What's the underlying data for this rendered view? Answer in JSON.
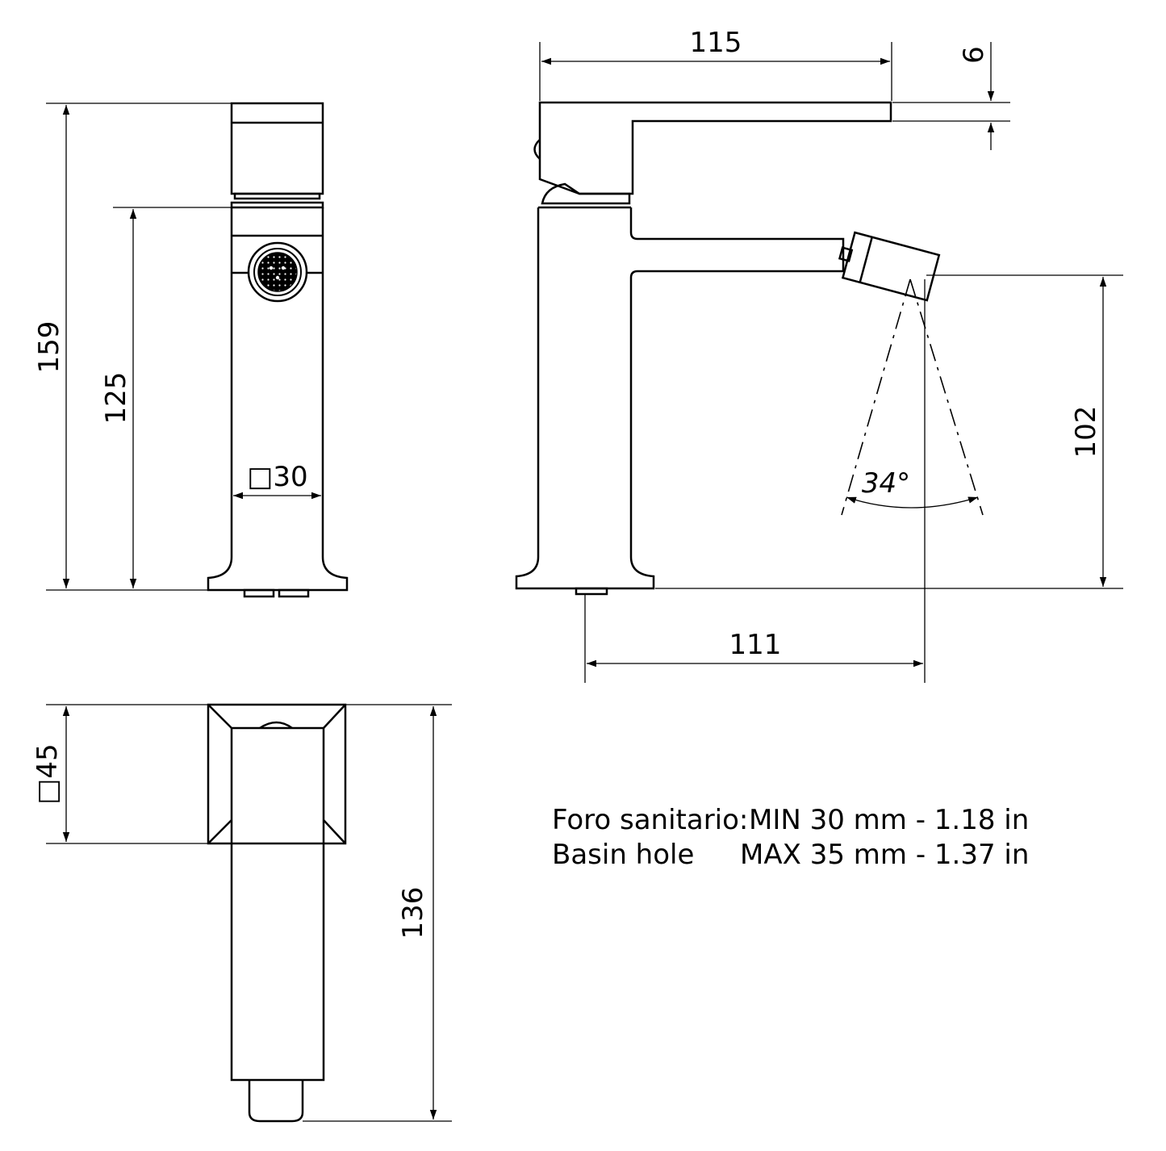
{
  "dimensions": {
    "front_height_total": "159",
    "front_height_spout": "125",
    "front_body_width": "□30",
    "side_length_top": "115",
    "side_handle_thickness": "6",
    "side_spout_height": "102",
    "side_spray_angle": "34°",
    "side_spout_reach": "111",
    "top_base_square": "□45",
    "top_length": "136"
  },
  "notes": {
    "line1_label": "Foro sanitario:",
    "line1_value": "MIN 30 mm - 1.18 in",
    "line2_label": "Basin hole",
    "line2_value": "MAX 35 mm - 1.37 in"
  }
}
